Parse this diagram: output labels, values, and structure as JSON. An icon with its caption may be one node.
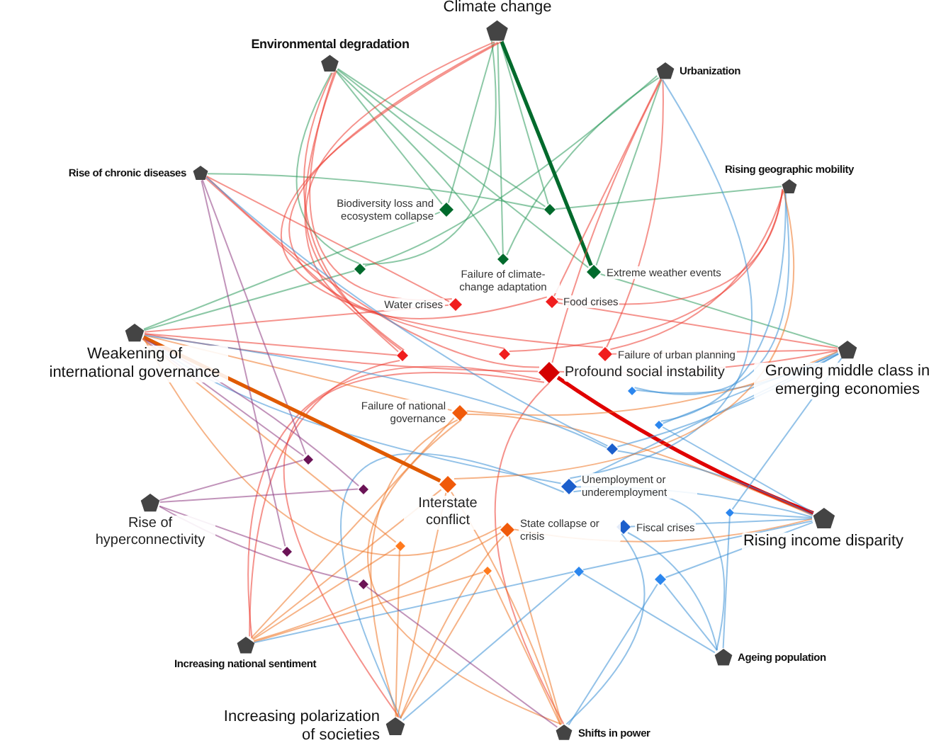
{
  "diagram": {
    "nodes": [
      {
        "text": [
          "Climate change"
        ]
      },
      {
        "text": [
          "Environmental degradation"
        ]
      },
      {
        "text": [
          "Urbanization"
        ]
      },
      {
        "text": [
          "Rise of chronic diseases"
        ]
      },
      {
        "text": [
          "Rising geographic mobility"
        ]
      },
      {
        "text": [
          "Weakening of international governance"
        ]
      },
      {
        "text": [
          "Growing middle class in emerging economies"
        ]
      },
      {
        "text": [
          "Rise of hyperconnectivity"
        ]
      },
      {
        "text": [
          "Rising income disparity"
        ]
      },
      {
        "text": [
          "Increasing national sentiment"
        ]
      },
      {
        "text": [
          "Ageing population"
        ]
      },
      {
        "text": [
          "Increasing polarization of societies"
        ]
      },
      {
        "text": [
          "Shifts in power"
        ]
      },
      {
        "text": [
          "Biodiversity loss and ecosystem collapse"
        ]
      },
      {
        "text": [],
        "shape": "diamond"
      },
      {
        "text": [],
        "shape": "diamond"
      },
      {
        "text": [
          "Failure of climate-change adaptation"
        ]
      },
      {
        "text": [
          "Extreme weather events"
        ]
      },
      {
        "text": [
          "Water crises"
        ]
      },
      {
        "text": [
          "Food crises"
        ]
      },
      {
        "text": [],
        "shape": "diamond"
      },
      {
        "text": [],
        "shape": "diamond"
      },
      {
        "text": [
          "Failure of urban planning"
        ]
      },
      {
        "text": [
          "Profound social instability"
        ]
      },
      {
        "text": [],
        "shape": "diamond"
      },
      {
        "text": [
          "Failure of national governance"
        ]
      },
      {
        "text": [],
        "shape": "diamond"
      },
      {
        "text": [],
        "shape": "diamond"
      },
      {
        "text": [],
        "shape": "diamond"
      },
      {
        "text": [
          "Unemployment or underemployment"
        ]
      },
      {
        "text": [
          "Interstate conflict"
        ]
      },
      {
        "text": [],
        "shape": "diamond"
      },
      {
        "text": [],
        "shape": "diamond"
      },
      {
        "text": [
          "Fiscal crises"
        ]
      },
      {
        "text": [
          "State collapse or crisis"
        ]
      },
      {
        "text": [],
        "shape": "diamond"
      },
      {
        "text": [],
        "shape": "diamond"
      },
      {
        "text": [],
        "shape": "diamond"
      },
      {
        "text": [],
        "shape": "diamond"
      },
      {
        "text": [],
        "shape": "diamond"
      },
      {
        "text": [],
        "shape": "diamond"
      }
    ],
    "edges": [
      {
        "from": 0,
        "to": 13,
        "arrow": "none",
        "color": "#2e9a5c"
      },
      {
        "from": 1,
        "to": 13,
        "arrow": "none",
        "color": "#2e9a5c"
      },
      {
        "from": 5,
        "to": 13,
        "arrow": "none",
        "color": "#2e9a5c"
      },
      {
        "from": 0,
        "to": 14,
        "arrow": "none",
        "color": "#2e9a5c"
      },
      {
        "from": 1,
        "to": 14,
        "arrow": "none",
        "color": "#2e9a5c"
      },
      {
        "from": 4,
        "to": 14,
        "arrow": "none",
        "color": "#2e9a5c"
      },
      {
        "from": 3,
        "to": 14,
        "arrow": "none",
        "color": "#2e9a5c"
      },
      {
        "from": 0,
        "to": 15,
        "arrow": "none",
        "color": "#2e9a5c"
      },
      {
        "from": 1,
        "to": 15,
        "arrow": "none",
        "color": "#2e9a5c"
      },
      {
        "from": 2,
        "to": 15,
        "arrow": "none",
        "color": "#2e9a5c"
      },
      {
        "from": 5,
        "to": 15,
        "arrow": "none",
        "color": "#2e9a5c"
      },
      {
        "from": 0,
        "to": 16,
        "arrow": "none",
        "color": "#2e9a5c"
      },
      {
        "from": 1,
        "to": 16,
        "arrow": "none",
        "color": "#2e9a5c"
      },
      {
        "from": 2,
        "to": 16,
        "arrow": "none",
        "color": "#2e9a5c"
      },
      {
        "from": 0,
        "to": 17,
        "arrow": "none",
        "color": "#006a2c",
        "style": "thick"
      },
      {
        "from": 1,
        "to": 17,
        "arrow": "none",
        "color": "#2e9a5c"
      },
      {
        "from": 2,
        "to": 17,
        "arrow": "none",
        "color": "#2e9a5c"
      },
      {
        "from": 6,
        "to": 17,
        "arrow": "none",
        "color": "#2e9a5c"
      },
      {
        "from": 1,
        "to": 18,
        "arrow": "none",
        "color": "#ec3b2f"
      },
      {
        "from": 5,
        "to": 18,
        "arrow": "none",
        "color": "#ec3b2f"
      },
      {
        "from": 3,
        "to": 18,
        "arrow": "none",
        "color": "#ec3b2f"
      },
      {
        "from": 1,
        "to": 19,
        "arrow": "none",
        "color": "#ec3b2f"
      },
      {
        "from": 2,
        "to": 19,
        "arrow": "none",
        "color": "#ec3b2f"
      },
      {
        "from": 4,
        "to": 19,
        "arrow": "none",
        "color": "#ec3b2f"
      },
      {
        "from": 6,
        "to": 19,
        "arrow": "none",
        "color": "#ec3b2f"
      },
      {
        "from": 0,
        "to": 20,
        "arrow": "none",
        "color": "#ec3b2f"
      },
      {
        "from": 1,
        "to": 20,
        "arrow": "none",
        "color": "#ec3b2f"
      },
      {
        "from": 5,
        "to": 20,
        "arrow": "none",
        "color": "#ec3b2f"
      },
      {
        "from": 3,
        "to": 20,
        "arrow": "none",
        "color": "#ec3b2f"
      },
      {
        "from": 9,
        "to": 20,
        "arrow": "none",
        "color": "#ec3b2f"
      },
      {
        "from": 0,
        "to": 21,
        "arrow": "none",
        "color": "#ec3b2f"
      },
      {
        "from": 4,
        "to": 21,
        "arrow": "none",
        "color": "#ec3b2f"
      },
      {
        "from": 2,
        "to": 22,
        "arrow": "none",
        "color": "#ec3b2f"
      },
      {
        "from": 6,
        "to": 22,
        "arrow": "none",
        "color": "#ec3b2f"
      },
      {
        "from": 4,
        "to": 22,
        "arrow": "none",
        "color": "#ec3b2f"
      },
      {
        "from": 0,
        "to": 22,
        "arrow": "none",
        "color": "#ec3b2f"
      },
      {
        "from": 8,
        "to": 23,
        "arrow": "none",
        "color": "#e00000",
        "style": "thick"
      },
      {
        "from": 2,
        "to": 23,
        "arrow": "none",
        "color": "#ec3b2f"
      },
      {
        "from": 6,
        "to": 23,
        "arrow": "none",
        "color": "#ec3b2f"
      },
      {
        "from": 11,
        "to": 23,
        "arrow": "none",
        "color": "#ec3b2f"
      },
      {
        "from": 12,
        "to": 23,
        "arrow": "none",
        "color": "#ec3b2f"
      },
      {
        "from": 5,
        "to": 23,
        "arrow": "none",
        "color": "#ec3b2f"
      },
      {
        "from": 3,
        "to": 23,
        "arrow": "none",
        "color": "#ec3b2f"
      },
      {
        "from": 9,
        "to": 23,
        "arrow": "none",
        "color": "#ec3b2f"
      },
      {
        "from": 6,
        "to": 24,
        "arrow": "none",
        "color": "#3a8fd6"
      },
      {
        "from": 4,
        "to": 24,
        "arrow": "none",
        "color": "#3a8fd6"
      },
      {
        "from": 5,
        "to": 25,
        "arrow": "none",
        "color": "#ee7424"
      },
      {
        "from": 9,
        "to": 25,
        "arrow": "none",
        "color": "#ee7424"
      },
      {
        "from": 11,
        "to": 25,
        "arrow": "none",
        "color": "#ee7424"
      },
      {
        "from": 12,
        "to": 25,
        "arrow": "none",
        "color": "#ee7424"
      },
      {
        "from": 8,
        "to": 25,
        "arrow": "none",
        "color": "#ee7424"
      },
      {
        "from": 6,
        "to": 25,
        "arrow": "none",
        "color": "#ee7424"
      },
      {
        "from": 6,
        "to": 26,
        "arrow": "none",
        "color": "#3a8fd6"
      },
      {
        "from": 8,
        "to": 26,
        "arrow": "none",
        "color": "#3a8fd6"
      },
      {
        "from": 4,
        "to": 26,
        "arrow": "none",
        "color": "#3a8fd6"
      },
      {
        "from": 6,
        "to": 27,
        "arrow": "none",
        "color": "#3a8fd6"
      },
      {
        "from": 8,
        "to": 27,
        "arrow": "none",
        "color": "#3a8fd6"
      },
      {
        "from": 3,
        "to": 27,
        "arrow": "none",
        "color": "#3a8fd6"
      },
      {
        "from": 5,
        "to": 27,
        "arrow": "none",
        "color": "#3a8fd6"
      },
      {
        "from": 7,
        "to": 28,
        "arrow": "none",
        "color": "#8e3a82"
      },
      {
        "from": 3,
        "to": 28,
        "arrow": "none",
        "color": "#8e3a82"
      },
      {
        "from": 5,
        "to": 28,
        "arrow": "none",
        "color": "#8e3a82"
      },
      {
        "from": 8,
        "to": 29,
        "arrow": "none",
        "color": "#3a8fd6"
      },
      {
        "from": 10,
        "to": 29,
        "arrow": "none",
        "color": "#3a8fd6"
      },
      {
        "from": 6,
        "to": 29,
        "arrow": "none",
        "color": "#3a8fd6"
      },
      {
        "from": 11,
        "to": 29,
        "arrow": "none",
        "color": "#3a8fd6"
      },
      {
        "from": 2,
        "to": 29,
        "arrow": "none",
        "color": "#3a8fd6"
      },
      {
        "from": 5,
        "to": 29,
        "arrow": "none",
        "color": "#3a8fd6"
      },
      {
        "from": 5,
        "to": 30,
        "arrow": "none",
        "color": "#e05a00",
        "style": "thick"
      },
      {
        "from": 9,
        "to": 30,
        "arrow": "none",
        "color": "#ee7424"
      },
      {
        "from": 11,
        "to": 30,
        "arrow": "none",
        "color": "#ee7424"
      },
      {
        "from": 12,
        "to": 30,
        "arrow": "none",
        "color": "#ee7424"
      },
      {
        "from": 4,
        "to": 30,
        "arrow": "none",
        "color": "#ee7424"
      },
      {
        "from": 7,
        "to": 31,
        "arrow": "none",
        "color": "#8e3a82"
      },
      {
        "from": 5,
        "to": 31,
        "arrow": "none",
        "color": "#8e3a82"
      },
      {
        "from": 8,
        "to": 32,
        "arrow": "none",
        "color": "#3a8fd6"
      },
      {
        "from": 10,
        "to": 32,
        "arrow": "none",
        "color": "#3a8fd6"
      },
      {
        "from": 6,
        "to": 32,
        "arrow": "none",
        "color": "#3a8fd6"
      },
      {
        "from": 10,
        "to": 33,
        "arrow": "none",
        "color": "#3a8fd6"
      },
      {
        "from": 8,
        "to": 33,
        "arrow": "none",
        "color": "#3a8fd6"
      },
      {
        "from": 12,
        "to": 33,
        "arrow": "none",
        "color": "#3a8fd6"
      },
      {
        "from": 5,
        "to": 34,
        "arrow": "none",
        "color": "#ee7424"
      },
      {
        "from": 9,
        "to": 34,
        "arrow": "none",
        "color": "#ee7424"
      },
      {
        "from": 11,
        "to": 34,
        "arrow": "none",
        "color": "#ee7424"
      },
      {
        "from": 12,
        "to": 34,
        "arrow": "none",
        "color": "#ee7424"
      },
      {
        "from": 8,
        "to": 34,
        "arrow": "none",
        "color": "#ee7424"
      },
      {
        "from": 9,
        "to": 35,
        "arrow": "none",
        "color": "#ee7424"
      },
      {
        "from": 11,
        "to": 35,
        "arrow": "none",
        "color": "#ee7424"
      },
      {
        "from": 5,
        "to": 35,
        "arrow": "none",
        "color": "#ee7424"
      },
      {
        "from": 7,
        "to": 36,
        "arrow": "none",
        "color": "#8e3a82"
      },
      {
        "from": 3,
        "to": 36,
        "arrow": "none",
        "color": "#8e3a82"
      },
      {
        "from": 11,
        "to": 37,
        "arrow": "none",
        "color": "#ee7424"
      },
      {
        "from": 12,
        "to": 37,
        "arrow": "none",
        "color": "#ee7424"
      },
      {
        "from": 9,
        "to": 37,
        "arrow": "none",
        "color": "#ee7424"
      },
      {
        "from": 8,
        "to": 38,
        "arrow": "none",
        "color": "#3a8fd6"
      },
      {
        "from": 10,
        "to": 38,
        "arrow": "none",
        "color": "#3a8fd6"
      },
      {
        "from": 11,
        "to": 38,
        "arrow": "none",
        "color": "#3a8fd6"
      },
      {
        "from": 9,
        "to": 38,
        "arrow": "none",
        "color": "#3a8fd6"
      },
      {
        "from": 10,
        "to": 39,
        "arrow": "none",
        "color": "#3a8fd6"
      },
      {
        "from": 12,
        "to": 39,
        "arrow": "none",
        "color": "#3a8fd6"
      },
      {
        "from": 8,
        "to": 39,
        "arrow": "none",
        "color": "#3a8fd6"
      },
      {
        "from": 7,
        "to": 40,
        "arrow": "none",
        "color": "#8e3a82"
      },
      {
        "from": 12,
        "to": 40,
        "arrow": "none",
        "color": "#8e3a82"
      }
    ]
  }
}
